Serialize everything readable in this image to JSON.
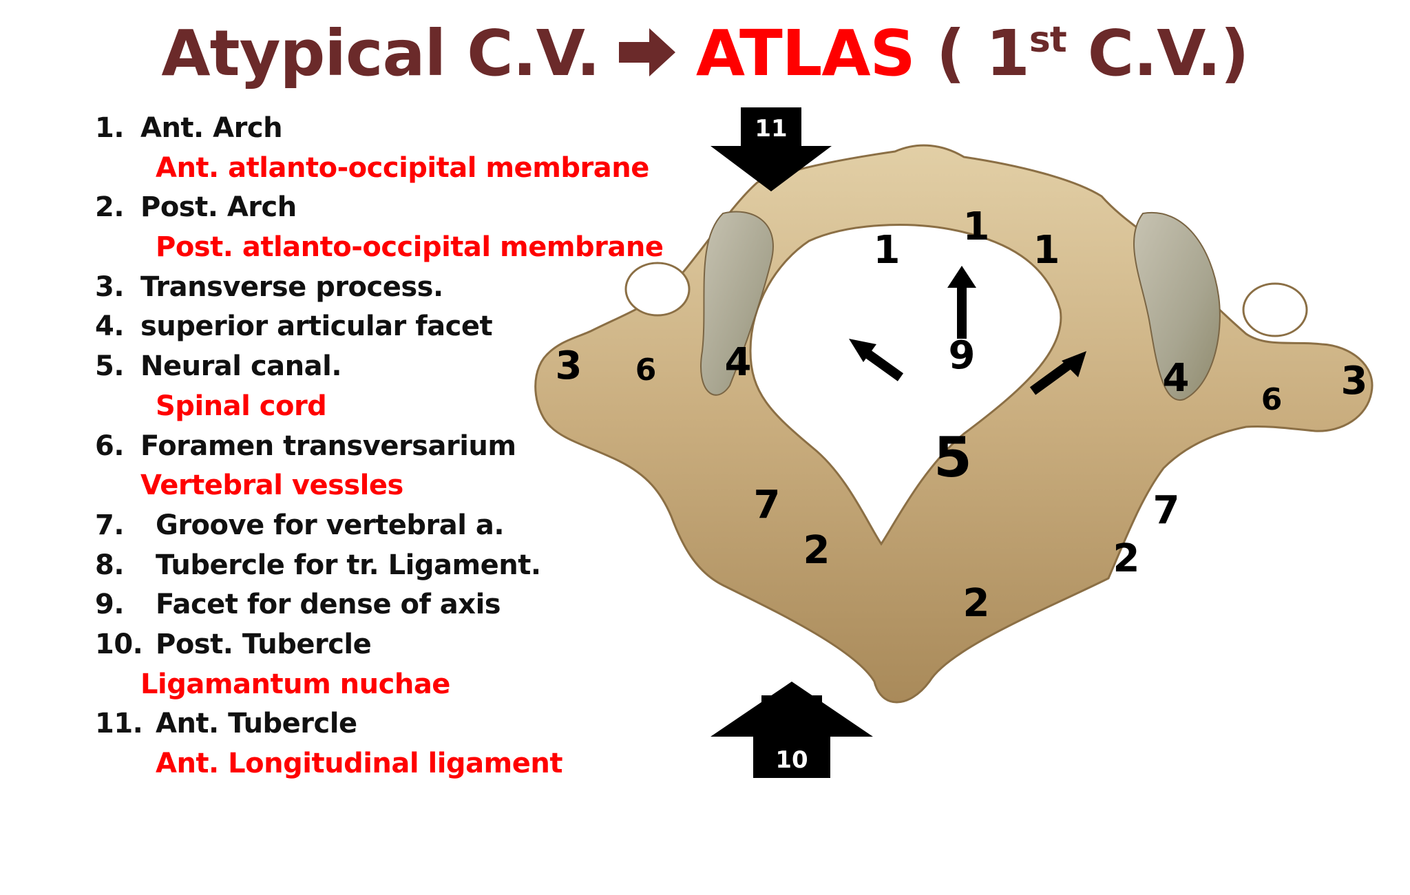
{
  "title": {
    "part1": "Atypical C.V.",
    "part2": "ATLAS",
    "part3_open": "( 1",
    "part3_sup": "st",
    "part3_close": " C.V.)",
    "dark_color": "#6b2a2a",
    "accent_color": "#ff0000",
    "arrow_icon": "right-arrow-icon"
  },
  "legend": {
    "items": [
      {
        "num": "1.",
        "label": "Ant. Arch",
        "sub": "Ant. atlanto-occipital membrane"
      },
      {
        "num": "2.",
        "label": "Post. Arch",
        "sub": "Post. atlanto-occipital membrane"
      },
      {
        "num": "3.",
        "label": "Transverse process."
      },
      {
        "num": "4.",
        "label": "superior articular facet"
      },
      {
        "num": "5.",
        "label": "Neural canal.",
        "sub": "Spinal cord"
      },
      {
        "num": "6.",
        "label": "Foramen transversarium",
        "sub": "Vertebral vessles"
      },
      {
        "num": "7.",
        "label": "Groove for vertebral a."
      },
      {
        "num": "8.",
        "label": "Tubercle for tr. Ligament."
      },
      {
        "num": "9.",
        "label": "Facet for dense of axis"
      },
      {
        "num": "10.",
        "label": "Post. Tubercle",
        "sub": "Ligamantum nuchae"
      },
      {
        "num": "11.",
        "label": "Ant. Tubercle",
        "sub": "Ant. Longitudinal ligament"
      }
    ]
  },
  "diagram": {
    "labels": {
      "ant_tubercle_box": "11",
      "post_tubercle_box": "10",
      "ant_arch_top": "1",
      "ant_arch_left": "1",
      "ant_arch_right": "1",
      "facet_dens": "9",
      "transverse_left": "3",
      "transverse_right": "3",
      "foramen_left": "6",
      "foramen_right": "6",
      "facet_left": "4",
      "facet_right": "4",
      "neural_canal": "5",
      "groove_left": "7",
      "groove_right": "7",
      "post_arch_left": "2",
      "post_arch_right": "2",
      "post_arch_bottom": "2"
    },
    "bone_color": "#c9ad7e"
  }
}
